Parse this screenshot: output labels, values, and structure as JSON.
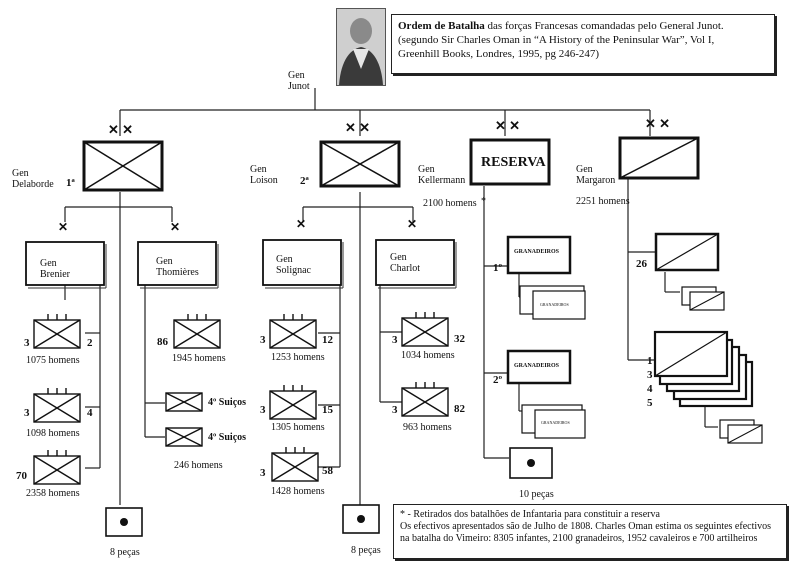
{
  "title": {
    "bold": "Ordem de Batalha",
    "rest": " das forças Francesas comandadas pelo General Junot.",
    "line2": "(segundo Sir Charles Oman in “A History of the Peninsular War”, Vol I,",
    "line3": "Greenhill Books, Londres, 1995, pg 246-247)"
  },
  "commander": {
    "line1": "Gen",
    "line2": "Junot"
  },
  "division_marker": "✕ ✕",
  "brigade_marker": "✕",
  "div1": {
    "gen1": "Gen",
    "gen2": "Delaborde",
    "num": "1ª",
    "brig_a": {
      "gen1": "Gen",
      "gen2": "Brenier"
    },
    "brig_b": {
      "gen1": "Gen",
      "gen2": "Thomières"
    },
    "regts": [
      {
        "left": "3",
        "right": "2",
        "men": "1075 homens"
      },
      {
        "left": "3",
        "right": "4",
        "men": "1098 homens"
      },
      {
        "left": "70",
        "right": "",
        "men": "2358 homens"
      },
      {
        "left": "86",
        "right": "",
        "men": "1945 homens"
      }
    ],
    "swiss1": "4º Suiços",
    "swiss2": "4º Suiços",
    "swiss_men": "246 homens",
    "artillery": "8 peças"
  },
  "div2": {
    "gen1": "Gen",
    "gen2": "Loison",
    "num": "2ª",
    "brig_a": {
      "gen1": "Gen",
      "gen2": "Solignac"
    },
    "brig_b": {
      "gen1": "Gen",
      "gen2": "Charlot"
    },
    "regts": [
      {
        "left": "3",
        "right": "12",
        "men": "1253 homens"
      },
      {
        "left": "3",
        "right": "15",
        "men": "1305 homens"
      },
      {
        "left": "3",
        "right": "58",
        "men": "1428 homens"
      },
      {
        "left": "3",
        "right": "32",
        "men": "1034 homens"
      },
      {
        "left": "3",
        "right": "82",
        "men": "963 homens"
      }
    ],
    "artillery": "8 peças"
  },
  "reserve": {
    "gen1": "Gen",
    "gen2": "Kellermann",
    "label": "RESERVA",
    "men": "2100 homens",
    "asterisk": "*",
    "gren1": "1º",
    "gren2": "2º",
    "gren_label": "GRANADEIROS",
    "gren_small": "GRANADEIROS",
    "artillery": "10 peças"
  },
  "cavalry": {
    "gen1": "Gen",
    "gen2": "Margaron",
    "men": "2251 homens",
    "n26": "26",
    "n1": "1",
    "n3": "3",
    "n4": "4",
    "n5": "5"
  },
  "note": {
    "line1": "* - Retirados dos batalhões de Infantaria para constituir a reserva",
    "line2": "Os efectivos apresentados são de Julho de 1808. Charles Oman estima os seguintes efectivos",
    "line3": "na batalha do Vimeiro: 8305  infantes, 2100 granadeiros, 1952 cavaleiros e 700 artilheiros"
  }
}
